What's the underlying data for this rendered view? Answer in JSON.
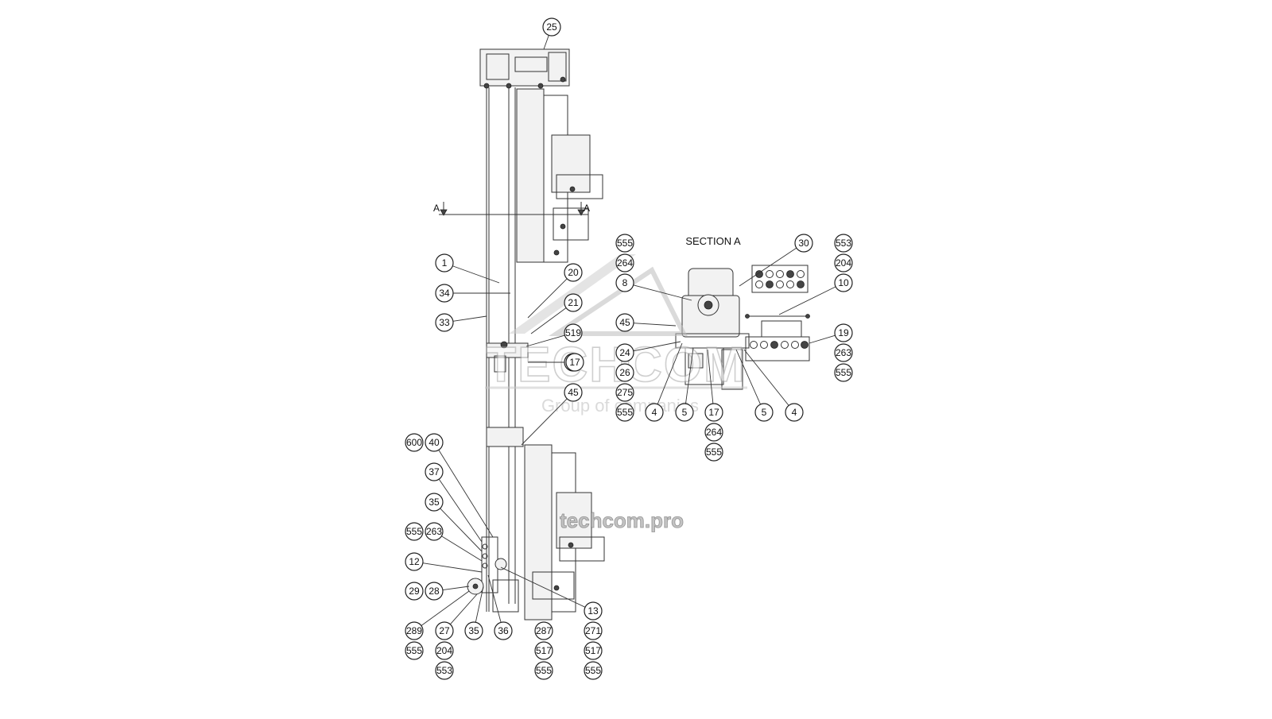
{
  "section_label": "SECTION A",
  "section_marker": "A",
  "watermark": {
    "brand": "TECHCOM",
    "tagline": "Group of companies",
    "site": "techcom.pro"
  },
  "callouts": [
    {
      "id": "c25",
      "label": "25"
    },
    {
      "id": "c1",
      "label": "1"
    },
    {
      "id": "c34",
      "label": "34"
    },
    {
      "id": "c33",
      "label": "33"
    },
    {
      "id": "c20",
      "label": "20"
    },
    {
      "id": "c21",
      "label": "21"
    },
    {
      "id": "c519",
      "label": "519"
    },
    {
      "id": "c517a",
      "label": "517"
    },
    {
      "id": "c45a",
      "label": "45"
    },
    {
      "id": "c600",
      "label": "600"
    },
    {
      "id": "c40",
      "label": "40"
    },
    {
      "id": "c37",
      "label": "37"
    },
    {
      "id": "c35a",
      "label": "35"
    },
    {
      "id": "c555a",
      "label": "555"
    },
    {
      "id": "c263a",
      "label": "263"
    },
    {
      "id": "c12",
      "label": "12"
    },
    {
      "id": "c29",
      "label": "29"
    },
    {
      "id": "c28",
      "label": "28"
    },
    {
      "id": "c289",
      "label": "289"
    },
    {
      "id": "c27",
      "label": "27"
    },
    {
      "id": "c35b",
      "label": "35"
    },
    {
      "id": "c36",
      "label": "36"
    },
    {
      "id": "c555b",
      "label": "555"
    },
    {
      "id": "c204a",
      "label": "204"
    },
    {
      "id": "c553a",
      "label": "553"
    },
    {
      "id": "c287",
      "label": "287"
    },
    {
      "id": "c517b",
      "label": "517"
    },
    {
      "id": "c555c",
      "label": "555"
    },
    {
      "id": "c13",
      "label": "13"
    },
    {
      "id": "c271",
      "label": "271"
    },
    {
      "id": "c517c",
      "label": "517"
    },
    {
      "id": "c555d",
      "label": "555"
    },
    {
      "id": "c555e",
      "label": "555"
    },
    {
      "id": "c264a",
      "label": "264"
    },
    {
      "id": "c8",
      "label": "8"
    },
    {
      "id": "c45b",
      "label": "45"
    },
    {
      "id": "c24",
      "label": "24"
    },
    {
      "id": "c26",
      "label": "26"
    },
    {
      "id": "c275",
      "label": "275"
    },
    {
      "id": "c555f",
      "label": "555"
    },
    {
      "id": "c4a",
      "label": "4"
    },
    {
      "id": "c5a",
      "label": "5"
    },
    {
      "id": "c17b",
      "label": "17"
    },
    {
      "id": "c17a",
      "label": "17"
    },
    {
      "id": "c264b",
      "label": "264"
    },
    {
      "id": "c555g",
      "label": "555"
    },
    {
      "id": "c5b",
      "label": "5"
    },
    {
      "id": "c4b",
      "label": "4"
    },
    {
      "id": "c30",
      "label": "30"
    },
    {
      "id": "c553b",
      "label": "553"
    },
    {
      "id": "c204b",
      "label": "204"
    },
    {
      "id": "c10",
      "label": "10"
    },
    {
      "id": "c19",
      "label": "19"
    },
    {
      "id": "c263b",
      "label": "263"
    },
    {
      "id": "c555h",
      "label": "555"
    }
  ]
}
